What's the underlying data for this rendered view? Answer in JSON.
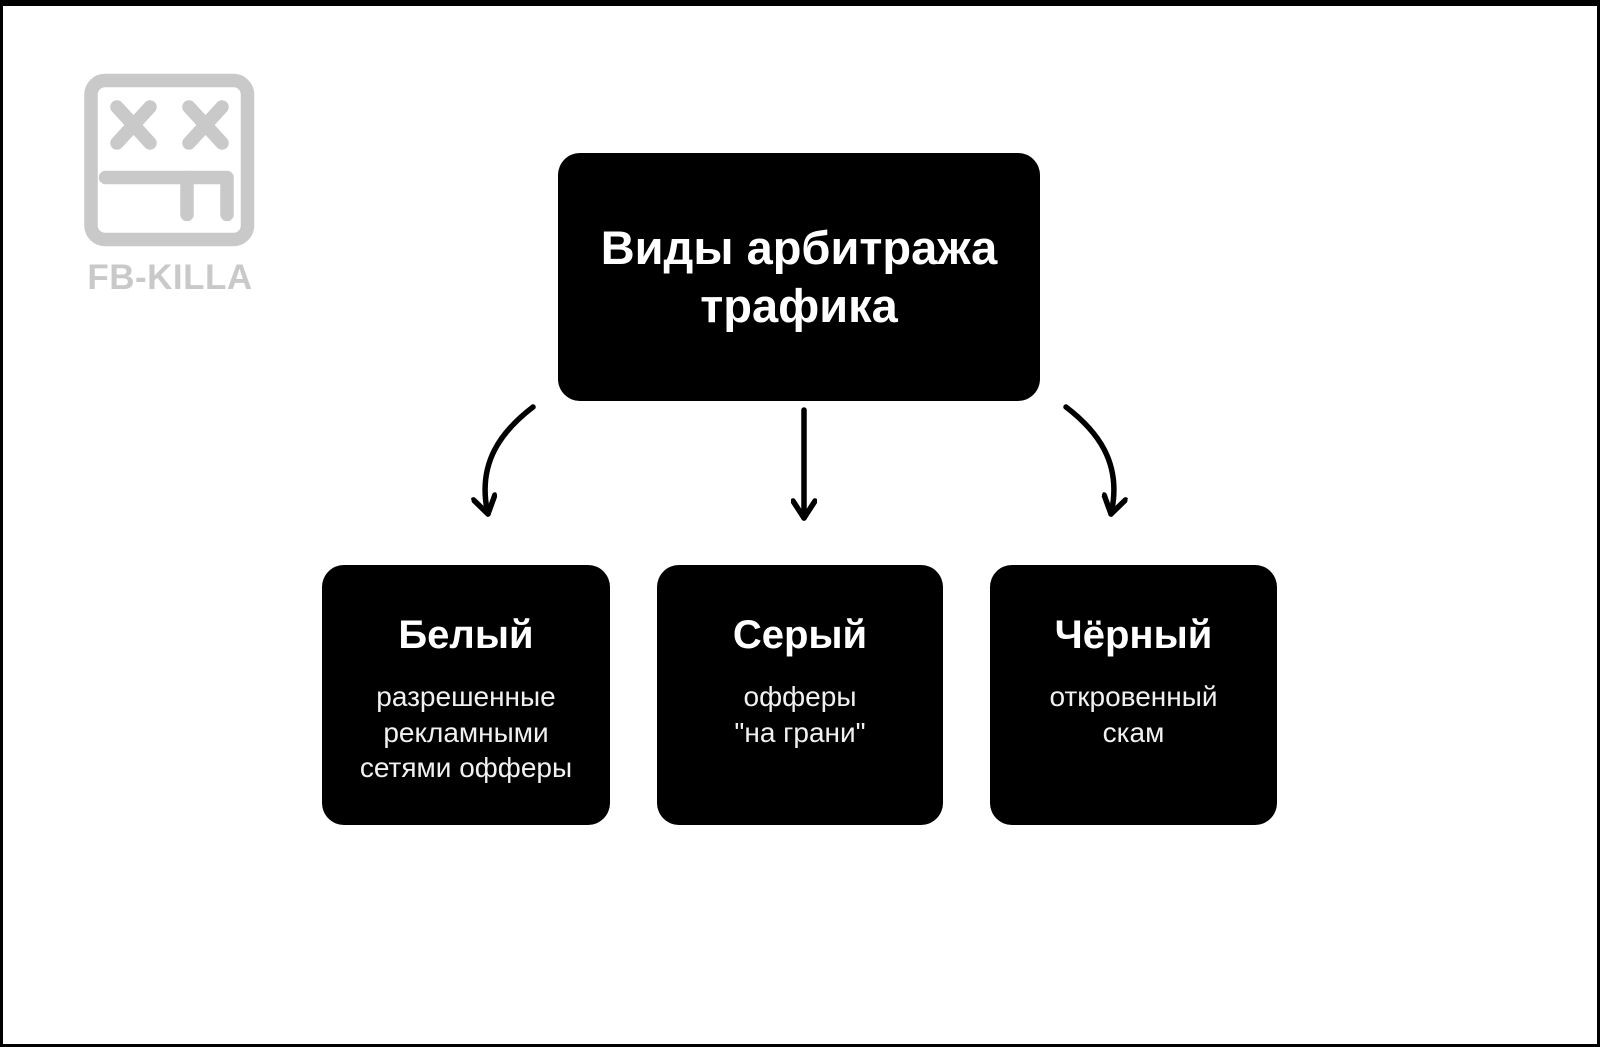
{
  "page": {
    "background": "#ffffff",
    "frame_color": "#000000"
  },
  "logo": {
    "brand": "FB-KILLA",
    "color": "#c9c9c9",
    "icon": "dead-face-icon"
  },
  "diagram": {
    "root": {
      "label": "Виды арбитража\nтрафика"
    },
    "children": [
      {
        "id": "white",
        "title": "Белый",
        "description": "разрешенные\nрекламными\nсетями офферы"
      },
      {
        "id": "gray",
        "title": "Серый",
        "description": "офферы\n\"на грани\""
      },
      {
        "id": "black",
        "title": "Чёрный",
        "description": "откровенный\nскам"
      }
    ],
    "colors": {
      "node_bg": "#000000",
      "node_text": "#ffffff",
      "arrow": "#000000"
    }
  }
}
